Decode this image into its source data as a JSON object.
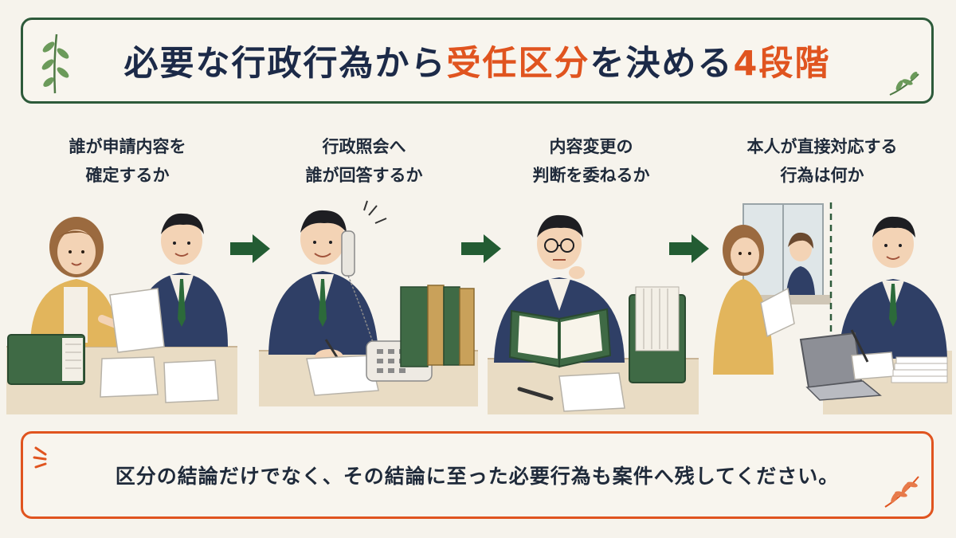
{
  "title": {
    "part1": "必要な行政行為から",
    "part2": "受任区分",
    "part3": "を決める",
    "part4": "4段階"
  },
  "steps": [
    {
      "line1": "誰が申請内容を",
      "line2": "確定するか"
    },
    {
      "line1": "行政照会へ",
      "line2": "誰が回答するか"
    },
    {
      "line1": "内容変更の",
      "line2": "判断を委ねるか"
    },
    {
      "line1": "本人が直接対応する",
      "line2": "行為は何か"
    }
  ],
  "footer": {
    "text": "区分の結論だけでなく、その結論に至った必要行為も案件へ残してください。"
  },
  "colors": {
    "green": "#2d5a3a",
    "arrow_green": "#235c33",
    "orange": "#e0541f",
    "navy": "#1c2a48",
    "suit": "#2f3f66"
  },
  "icons": [
    "leaf-icon",
    "arrow-right-icon",
    "spark-icon",
    "sprig-icon"
  ]
}
